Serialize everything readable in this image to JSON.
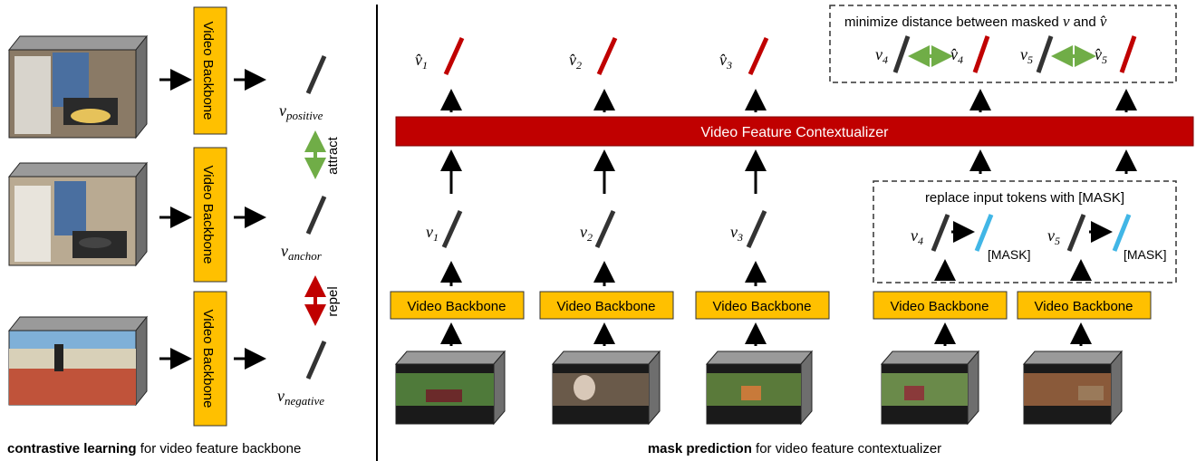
{
  "left": {
    "backbone_label": "Video Backbone",
    "caption_bold": "contrastive  learning",
    "caption_rest": " for video feature backbone",
    "vectors": [
      {
        "sym": "v",
        "sub": "positive"
      },
      {
        "sym": "v",
        "sub": "anchor"
      },
      {
        "sym": "v",
        "sub": "negative"
      }
    ],
    "attract_label": "attract",
    "repel_label": "repel",
    "colors": {
      "backbone": "#FFC000",
      "attract": "#70AD47",
      "repel": "#C00000",
      "vector": "#333333"
    }
  },
  "right": {
    "contextualizer_label": "Video Feature Contextualizer",
    "backbone_label": "Video Backbone",
    "caption_bold": "mask prediction",
    "caption_rest": " for video feature contextualizer",
    "minimize_label_prefix": "minimize distance between masked ",
    "minimize_v": "v",
    "minimize_and": " and ",
    "minimize_vhat": "v̂",
    "replace_label": "replace input tokens with [MASK]",
    "mask_token": "[MASK]",
    "top_outputs": [
      {
        "sym": "v̂",
        "sub": "1"
      },
      {
        "sym": "v̂",
        "sub": "2"
      },
      {
        "sym": "v̂",
        "sub": "3"
      }
    ],
    "inputs": [
      {
        "sym": "v",
        "sub": "1"
      },
      {
        "sym": "v",
        "sub": "2"
      },
      {
        "sym": "v",
        "sub": "3"
      }
    ],
    "masked": [
      {
        "sym": "v",
        "sub": "4"
      },
      {
        "sym": "v",
        "sub": "5"
      }
    ],
    "compare": [
      {
        "v": "v",
        "vsub": "4",
        "vh": "v̂",
        "vhsub": "4"
      },
      {
        "v": "v",
        "vsub": "5",
        "vh": "v̂",
        "vhsub": "5"
      }
    ],
    "colors": {
      "contextualizer": "#C00000",
      "mask_vector": "#41B6E6",
      "pred_vector": "#C00000",
      "compare_arrow": "#70AD47"
    }
  }
}
